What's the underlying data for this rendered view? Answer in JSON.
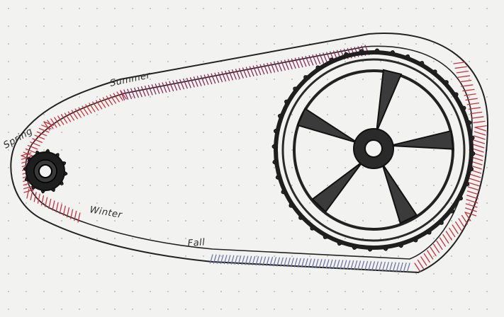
{
  "labels": {
    "spring": "Spring",
    "summer": "Summer",
    "winter": "Winter",
    "fall": "Fall"
  },
  "colors": {
    "paper": "#f2f2f0",
    "dot": "#b9b9b9",
    "ink": "#222222",
    "red_hatch": "#c8323e",
    "purple_hatch": "#8a2a5a",
    "blue_hatch": "#6f73a6"
  }
}
